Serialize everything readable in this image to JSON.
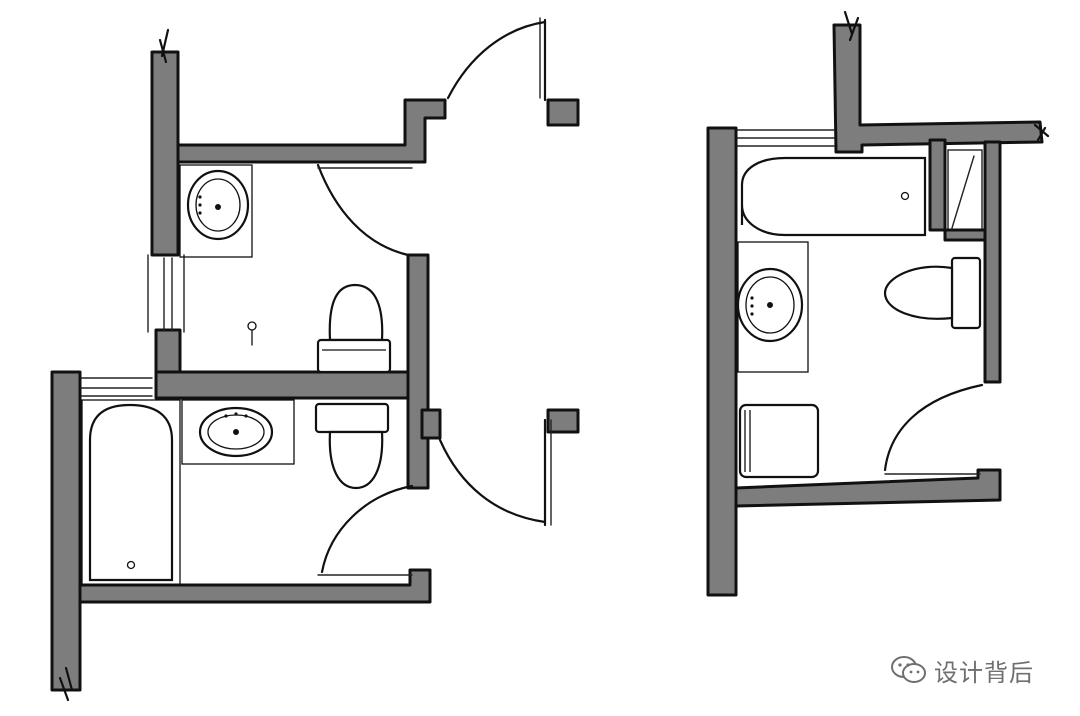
{
  "watermark": {
    "icon": "wechat-icon",
    "text": "设计背后",
    "color": "#6f6f6f"
  },
  "colors": {
    "wall_fill": "#7d7d7d",
    "ink": "#111111",
    "background": "#ffffff"
  },
  "plans": [
    {
      "name": "two-bathroom-plan",
      "fixtures": [
        "bathtub",
        "sink",
        "toilet",
        "sink",
        "toilet",
        "door",
        "door",
        "door"
      ]
    },
    {
      "name": "single-bathroom-plan",
      "fixtures": [
        "bathtub",
        "sink",
        "toilet",
        "washer",
        "door",
        "closet"
      ]
    }
  ]
}
